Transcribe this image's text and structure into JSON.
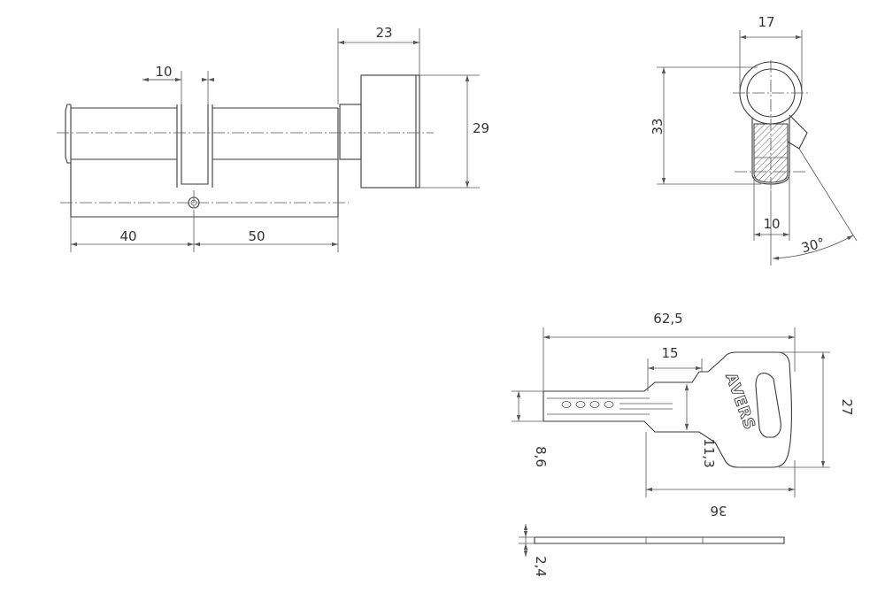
{
  "dimensions": {
    "cylinder_knob_width": "23",
    "cylinder_cam_width": "10",
    "cylinder_knob_height": "29",
    "cylinder_left_length": "40",
    "cylinder_right_length": "50",
    "profile_width": "17",
    "profile_height": "33",
    "profile_bottom_width": "10",
    "profile_cam_angle": "30°",
    "key_total_length": "62,5",
    "key_shoulder_length": "15",
    "key_head_height": "27",
    "key_blade_height": "8,6",
    "key_shoulder_height": "11,3",
    "key_head_length": "36",
    "key_thickness": "2,4"
  },
  "key_logo": "AVERS"
}
